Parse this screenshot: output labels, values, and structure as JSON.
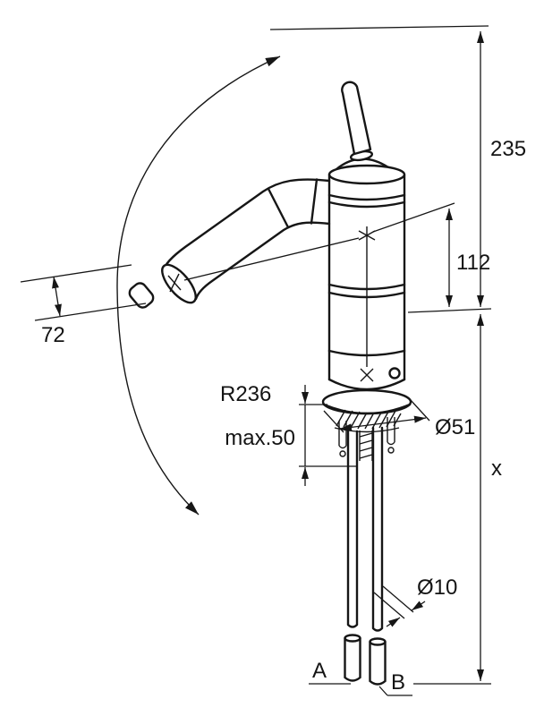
{
  "page": {
    "background": "#ffffff",
    "line_color": "#161616"
  },
  "drawing": {
    "dimensions": {
      "total_height": "235",
      "spout_height": "112",
      "spout_reach": "72",
      "swivel_radius": "R236",
      "max_mounting_thickness": "max.50",
      "base_diameter": "Ø51",
      "hose_length": "x",
      "hose_diameter": "Ø10",
      "connection_a": "A",
      "connection_b": "B"
    }
  }
}
